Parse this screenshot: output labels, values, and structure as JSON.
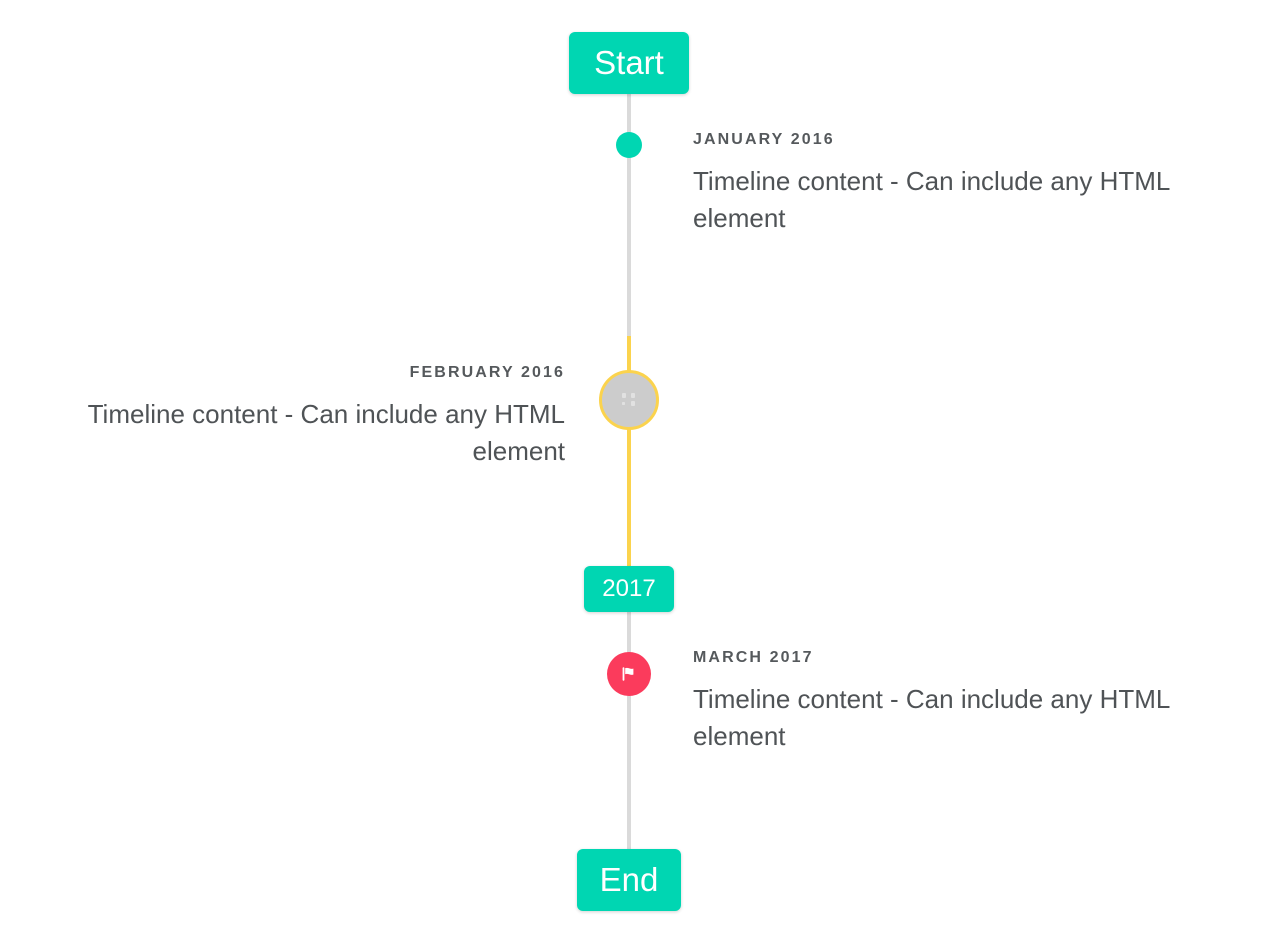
{
  "timeline": {
    "axis_color": "#dadada",
    "active_color": "#fbd34d",
    "accent_color": "#00d6b2",
    "flag_color": "#fb3b5c",
    "start_label": "Start",
    "year_label": "2017",
    "end_label": "End",
    "entries": [
      {
        "date": "JANUARY 2016",
        "body": "Timeline content - Can include any HTML element",
        "side": "right",
        "marker": "dot-marker"
      },
      {
        "date": "FEBRUARY 2016",
        "body": "Timeline content - Can include any HTML element",
        "side": "left",
        "marker": "image-placeholder-marker"
      },
      {
        "date": "MARCH 2017",
        "body": "Timeline content - Can include any HTML element",
        "side": "right",
        "marker": "flag-marker"
      }
    ]
  }
}
